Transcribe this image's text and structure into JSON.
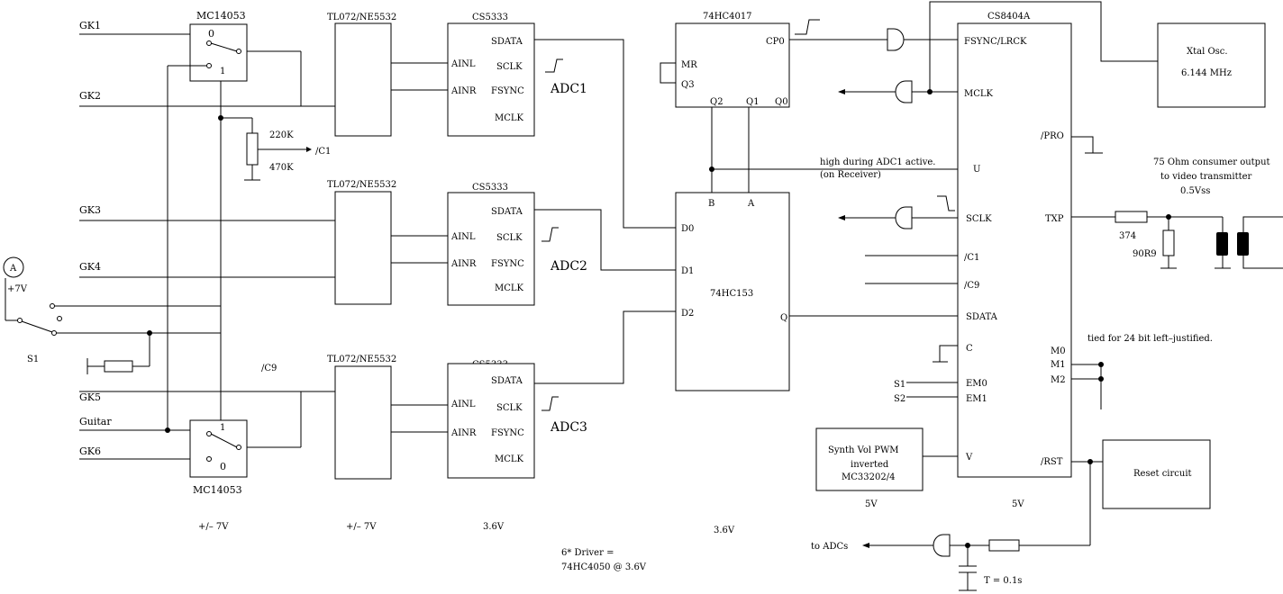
{
  "inputs": {
    "gk1": "GK1",
    "gk2": "GK2",
    "gk3": "GK3",
    "gk4": "GK4",
    "gk5": "GK5",
    "guitar": "Guitar",
    "gk6": "GK6"
  },
  "mux_top": {
    "name": "MC14053",
    "pin0": "0",
    "pin1": "1"
  },
  "mux_bottom": {
    "name": "MC14053",
    "pin1": "1",
    "pin0": "0"
  },
  "opamps": {
    "a": "TL072/NE5532",
    "b": "TL072/NE5532",
    "c": "TL072/NE5532"
  },
  "adc_chip": {
    "a": "CS5333",
    "b": "CS5333",
    "c": "CS5333"
  },
  "adc_pins": {
    "ainl": "AINL",
    "ainr": "AINR",
    "sdata": "SDATA",
    "sclk": "SCLK",
    "fsync": "FSYNC",
    "mclk": "MCLK"
  },
  "adc_labels": {
    "adc1": "ADC1",
    "adc2": "ADC2",
    "adc3": "ADC3"
  },
  "pot": {
    "r1": "220K",
    "r2": "470K",
    "out": "/C1"
  },
  "source": {
    "meter": "A",
    "voltage": "+7V",
    "switch": "S1"
  },
  "c9_label": "/C9",
  "counter": {
    "name": "74HC4017",
    "cp0": "CP0",
    "mr": "MR",
    "q3": "Q3",
    "q2": "Q2",
    "q1": "Q1",
    "q0": "Q0"
  },
  "mux153": {
    "name": "74HC153",
    "b": "B",
    "a": "A",
    "d0": "D0",
    "d1": "D1",
    "d2": "D2",
    "q": "Q"
  },
  "note_adc1": {
    "line1": "high during ADC1 active.",
    "line2": "(on Receiver)"
  },
  "transmitter": {
    "name": "CS8404A",
    "fsync": "FSYNC/LRCK",
    "mclk": "MCLK",
    "pro": "/PRO",
    "u": "U",
    "sclk": "SCLK",
    "txp": "TXP",
    "c1": "/C1",
    "c9": "/C9",
    "sdata": "SDATA",
    "c": "C",
    "m0": "M0",
    "m1": "M1",
    "m2": "M2",
    "s1": "S1",
    "s2": "S2",
    "em0": "EM0",
    "em1": "EM1",
    "v": "V",
    "rst": "/RST"
  },
  "osc": {
    "line1": "Xtal Osc.",
    "line2": "6.144 MHz"
  },
  "output_note": {
    "line1": "75 Ohm consumer output",
    "line2": "to video transmitter",
    "line3": "0.5Vss"
  },
  "resistors": {
    "r374": "374",
    "r90": "90R9"
  },
  "tied_note": "tied for 24 bit left–justified.",
  "synth": {
    "line1": "Synth Vol PWM",
    "line2": "inverted",
    "line3": "MC33202/4"
  },
  "reset": {
    "label": "Reset circuit",
    "to_adcs": "to ADCs",
    "tau": "T = 0.1s"
  },
  "supplies": {
    "s1": "+/– 7V",
    "s2": "+/– 7V",
    "s3": "3.6V",
    "s4": "3.6V",
    "s5": "5V",
    "s6": "5V"
  },
  "driver_note": {
    "line1": "6* Driver =",
    "line2": "74HC4050 @ 3.6V"
  }
}
